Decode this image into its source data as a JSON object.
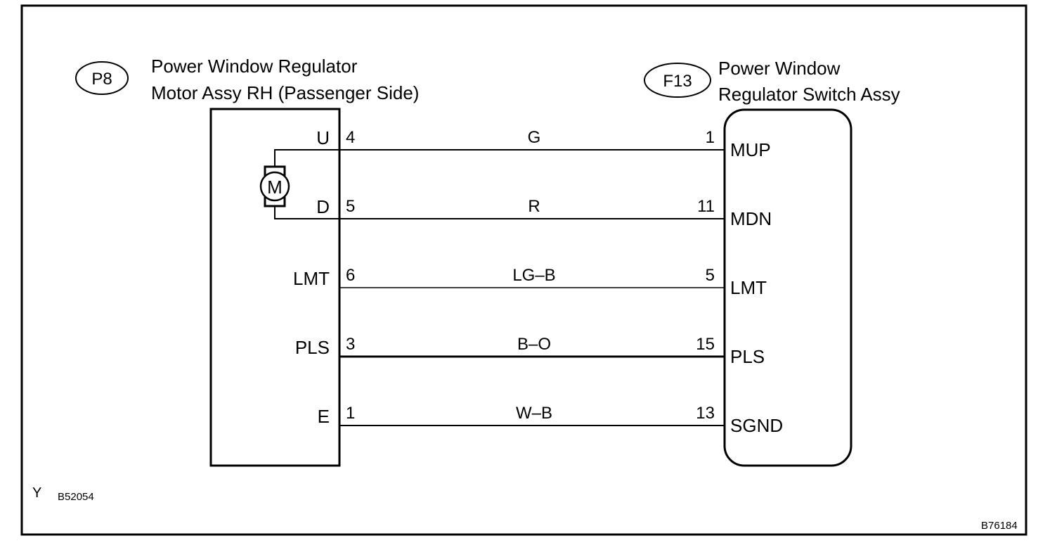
{
  "left_component": {
    "code": "P8",
    "title_line1": "Power Window Regulator",
    "title_line2": "Motor Assy RH (Passenger Side)",
    "motor_symbol": "M"
  },
  "right_component": {
    "code": "F13",
    "title_line1": "Power Window",
    "title_line2": "Regulator Switch Assy"
  },
  "wires": [
    {
      "left_terminal": "U",
      "left_pin": "4",
      "color": "G",
      "right_pin": "1",
      "right_terminal": "MUP"
    },
    {
      "left_terminal": "D",
      "left_pin": "5",
      "color": "R",
      "right_pin": "11",
      "right_terminal": "MDN"
    },
    {
      "left_terminal": "LMT",
      "left_pin": "6",
      "color": "LG–B",
      "right_pin": "5",
      "right_terminal": "LMT"
    },
    {
      "left_terminal": "PLS",
      "left_pin": "3",
      "color": "B–O",
      "right_pin": "15",
      "right_terminal": "PLS"
    },
    {
      "left_terminal": "E",
      "left_pin": "1",
      "color": "W–B",
      "right_pin": "13",
      "right_terminal": "SGND"
    }
  ],
  "footer": {
    "left_mark": "Y",
    "left_code": "B52054",
    "right_code": "B76184"
  }
}
